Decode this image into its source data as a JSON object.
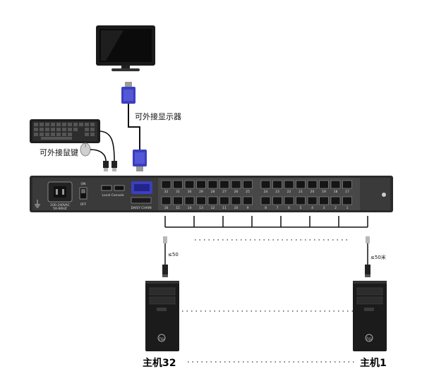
{
  "labels": {
    "monitor_caption": "可外接显示器",
    "keyboard_mouse_caption": "可外接鼠键",
    "host_left": "主机32",
    "host_right": "主机1",
    "cable_len_left": "≤50",
    "cable_len_right": "≤50米"
  },
  "panel": {
    "power_rating_1": "100-240VAC",
    "power_rating_2": "50-60HZ",
    "switch_on": "ON",
    "switch_off": "OFF",
    "local_console": "Local Console",
    "daisy_chain": "DAISY CHAIN",
    "ports_top": [
      "32",
      "31",
      "30",
      "29",
      "28",
      "27",
      "26",
      "25",
      "24",
      "23",
      "22",
      "21",
      "20",
      "19",
      "18",
      "17"
    ],
    "ports_bottom": [
      "16",
      "15",
      "14",
      "13",
      "12",
      "11",
      "10",
      "9",
      "8",
      "7",
      "6",
      "5",
      "4",
      "3",
      "2",
      "1"
    ]
  },
  "colors": {
    "vga_blue": "#3b3fbf",
    "panel_dark": "#2a2a2a",
    "panel_face": "#3c3c3c"
  }
}
